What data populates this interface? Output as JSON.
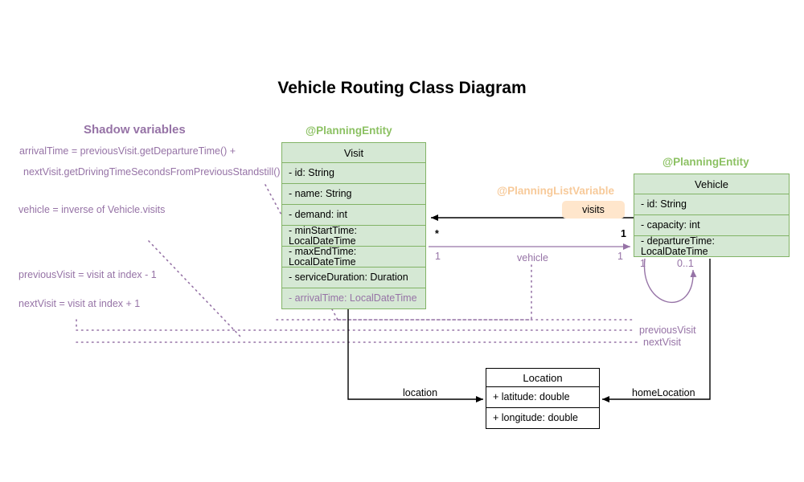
{
  "page": {
    "title": "Vehicle Routing Class Diagram"
  },
  "shadow_panel": {
    "heading": "Shadow variables",
    "notes": [
      "arrivalTime = previousVisit.getDepartureTime() +",
      "nextVisit.getDrivingTimeSecondsFromPreviousStandstill()",
      "vehicle = inverse of Vehicle.visits",
      "previousVisit = visit at index - 1",
      "nextVisit = visit at index + 1"
    ]
  },
  "classes": {
    "visit": {
      "stereotype": "@PlanningEntity",
      "name": "Visit",
      "attributes": [
        {
          "text": "- id: String",
          "shadow": false
        },
        {
          "text": "- name: String",
          "shadow": false
        },
        {
          "text": "- demand: int",
          "shadow": false
        },
        {
          "text": "- minStartTime: LocalDateTime",
          "shadow": false
        },
        {
          "text": "- maxEndTime: LocalDateTime",
          "shadow": false
        },
        {
          "text": "- serviceDuration: Duration",
          "shadow": false
        },
        {
          "text": "- arrivalTime: LocalDateTime",
          "shadow": true
        }
      ]
    },
    "vehicle": {
      "stereotype": "@PlanningEntity",
      "name": "Vehicle",
      "attributes": [
        {
          "text": "- id: String",
          "shadow": false
        },
        {
          "text": "- capacity: int",
          "shadow": false
        },
        {
          "text": "- departureTime: LocalDateTime",
          "shadow": false
        }
      ]
    },
    "location": {
      "stereotype": "",
      "name": "Location",
      "attributes": [
        {
          "text": "+ latitude: double",
          "shadow": false
        },
        {
          "text": "+ longitude: double",
          "shadow": false
        }
      ]
    }
  },
  "annotations": {
    "planning_list_variable": "@PlanningListVariable",
    "visits_badge": "visits"
  },
  "relations": {
    "visits": {
      "role": "visits",
      "source_multiplicity": "*",
      "target_multiplicity": "1"
    },
    "vehicle": {
      "role": "vehicle",
      "source_multiplicity": "1",
      "target_multiplicity": "1"
    },
    "self_loop": {
      "left_multiplicity": "1",
      "right_multiplicity": "0..1"
    },
    "previous_visit": {
      "role": "previousVisit"
    },
    "next_visit": {
      "role": "nextVisit"
    },
    "location": {
      "role": "location"
    },
    "home_location": {
      "role": "homeLocation"
    }
  },
  "colors": {
    "entity_fill": "#d5e8d4",
    "entity_stroke": "#82b366",
    "shadow_purple": "#9673a6",
    "annotation_orange": "#ffe6cc",
    "black": "#000000"
  }
}
